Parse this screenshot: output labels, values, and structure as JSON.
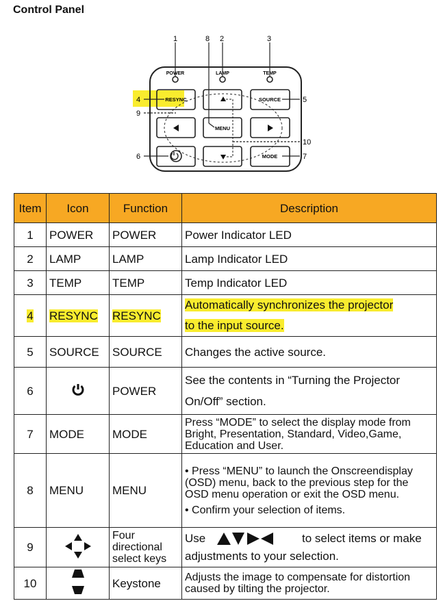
{
  "title": "Control Panel",
  "diagram": {
    "indicators": [
      "POWER",
      "LAMP",
      "TEMP"
    ],
    "buttons": {
      "resync": "RESYNC",
      "source": "SOURCE",
      "menu": "MENU",
      "mode": "MODE"
    },
    "callouts": [
      "1",
      "2",
      "3",
      "4",
      "5",
      "6",
      "7",
      "8",
      "9",
      "10"
    ]
  },
  "table": {
    "headers": [
      "Item",
      "Icon",
      "Function",
      "Description"
    ],
    "rows": [
      {
        "item": "1",
        "icon": "POWER",
        "function": "POWER",
        "description": "Power Indicator LED"
      },
      {
        "item": "2",
        "icon": "LAMP",
        "function": "LAMP",
        "description": "Lamp Indicator LED"
      },
      {
        "item": "3",
        "icon": "TEMP",
        "function": "TEMP",
        "description": "Temp Indicator LED"
      },
      {
        "item": "4",
        "icon": "RESYNC",
        "function": "RESYNC",
        "description": [
          "Automatically synchronizes the projector",
          "to the input source."
        ]
      },
      {
        "item": "5",
        "icon": "SOURCE",
        "function": "SOURCE",
        "description": "Changes the active source."
      },
      {
        "item": "6",
        "icon": "power-icon",
        "function": "POWER",
        "description": [
          "See the contents in “Turning the Projector",
          "On/Off” section."
        ]
      },
      {
        "item": "7",
        "icon": "MODE",
        "function": "MODE",
        "description": "Press “MODE” to select the display mode from Bright, Presentation, Standard, Video,Game, Education and User."
      },
      {
        "item": "8",
        "icon": "MENU",
        "function": "MENU",
        "description": [
          "• Press “MENU” to launch the Onscreendisplay (OSD) menu, back to the previous step for the OSD menu operation or exit the OSD menu.",
          "• Confirm your selection of items."
        ]
      },
      {
        "item": "9",
        "icon": "four-direction-icon",
        "function": "Four directional select keys",
        "description": [
          "Use",
          "to select items or make",
          "adjustments to your selection."
        ]
      },
      {
        "item": "10",
        "icon": "keystone-icon",
        "function": "Keystone",
        "description": "Adjusts the image to compensate for distortion caused by tilting the projector."
      }
    ]
  },
  "colors": {
    "header": "#f7a823",
    "highlight": "#f9ec2e"
  }
}
